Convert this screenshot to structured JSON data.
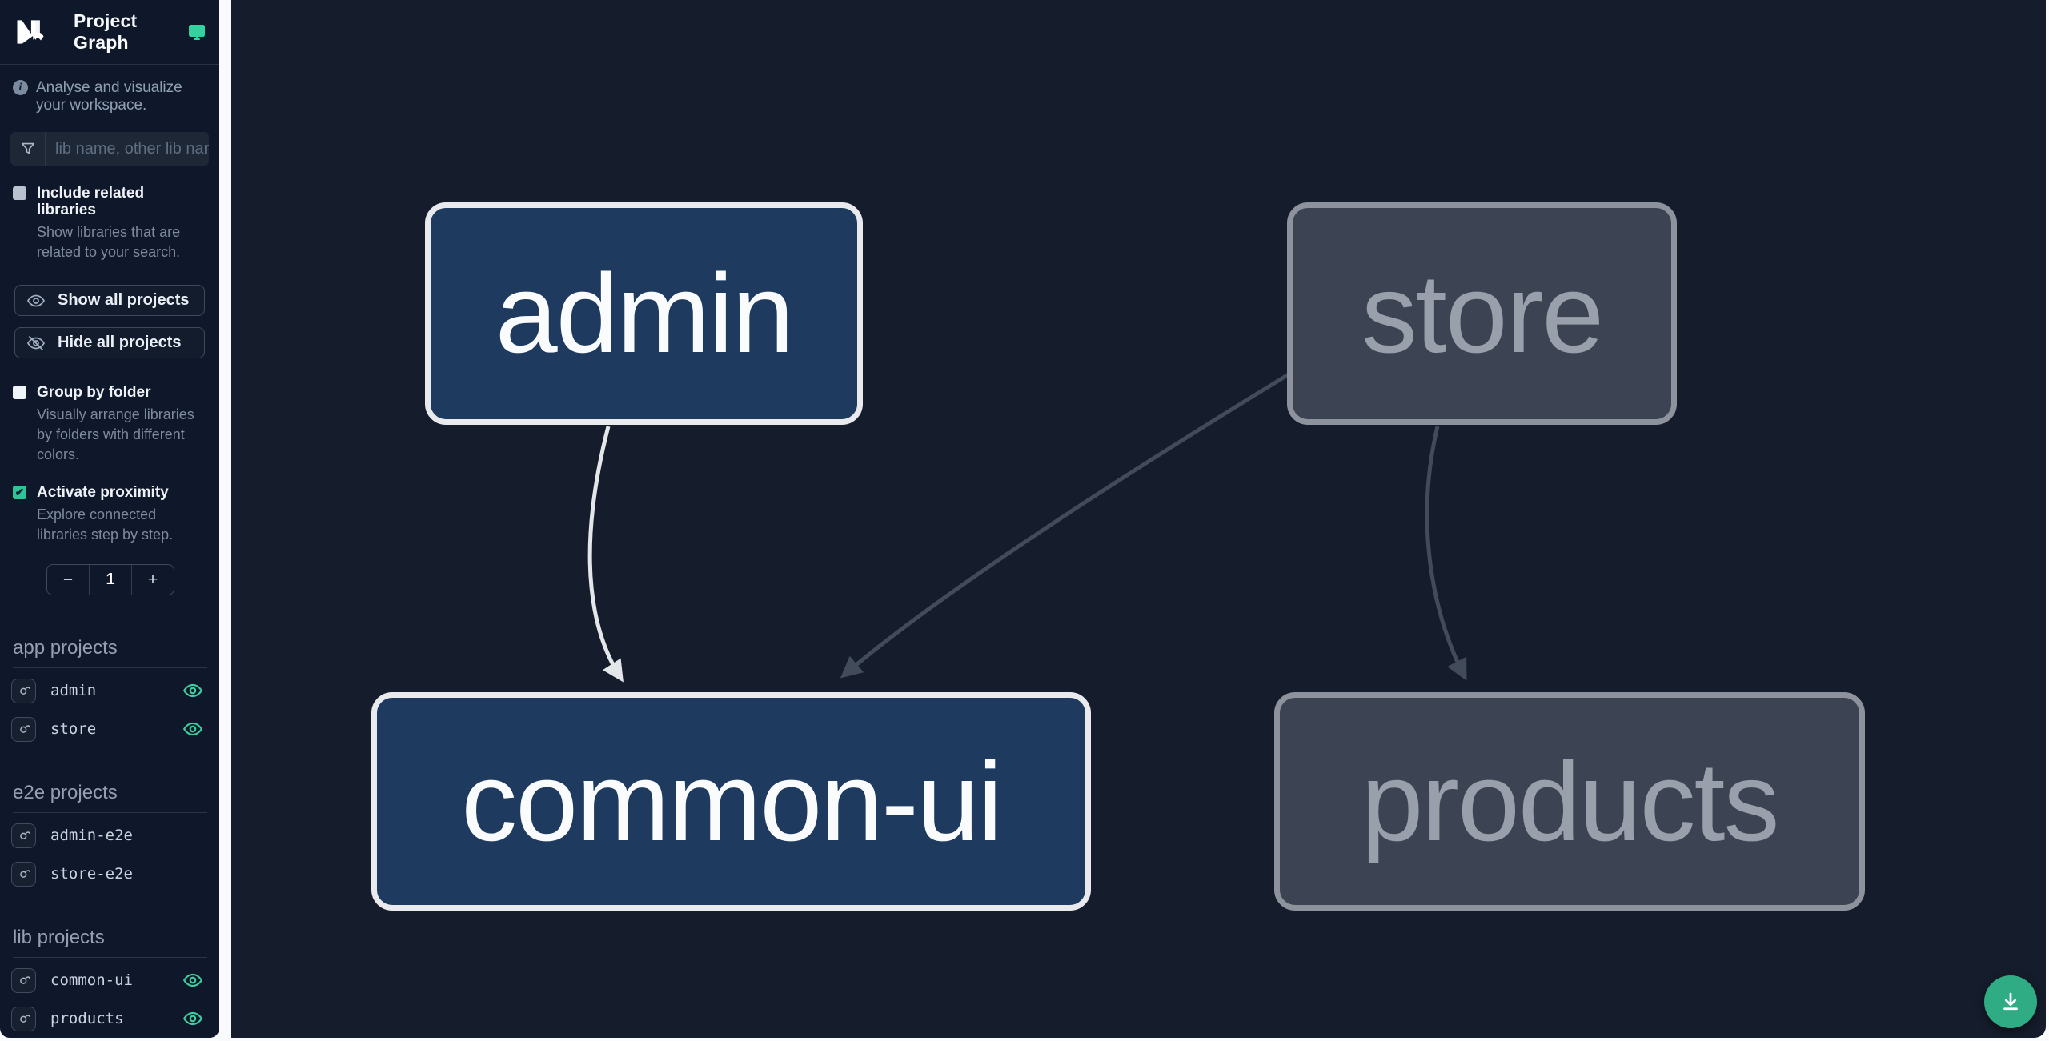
{
  "app": {
    "title": "Project Graph"
  },
  "sidebar": {
    "tagline": "Analyse and visualize your workspace.",
    "filter": {
      "value": "",
      "placeholder": "lib name, other lib name"
    },
    "checkboxes": {
      "include_related": {
        "label": "Include related libraries",
        "description": "Show libraries that are related to your search.",
        "checked": false
      },
      "group_by_folder": {
        "label": "Group by folder",
        "description": "Visually arrange libraries by folders with different colors.",
        "checked": false
      },
      "activate_proximity": {
        "label": "Activate proximity",
        "description": "Explore connected libraries step by step.",
        "checked": true
      }
    },
    "buttons": {
      "show_all": "Show all projects",
      "hide_all": "Hide all projects"
    },
    "proximity_stepper": {
      "decrement": "−",
      "value": "1",
      "increment": "+"
    },
    "sections": [
      {
        "title": "app projects",
        "projects": [
          {
            "name": "admin",
            "visible": true
          },
          {
            "name": "store",
            "visible": true
          }
        ]
      },
      {
        "title": "e2e projects",
        "projects": [
          {
            "name": "admin-e2e",
            "visible": false
          },
          {
            "name": "store-e2e",
            "visible": false
          }
        ]
      },
      {
        "title": "lib projects",
        "projects": [
          {
            "name": "common-ui",
            "visible": true
          },
          {
            "name": "products",
            "visible": true
          }
        ]
      }
    ]
  },
  "graph": {
    "nodes": [
      {
        "id": "admin",
        "label": "admin",
        "state": "active"
      },
      {
        "id": "store",
        "label": "store",
        "state": "dimmed"
      },
      {
        "id": "common-ui",
        "label": "common-ui",
        "state": "active"
      },
      {
        "id": "products",
        "label": "products",
        "state": "dimmed"
      }
    ],
    "edges": [
      {
        "source": "admin",
        "target": "common-ui",
        "style": "active"
      },
      {
        "source": "store",
        "target": "common-ui",
        "style": "dimmed"
      },
      {
        "source": "store",
        "target": "products",
        "style": "dimmed"
      }
    ]
  },
  "colors": {
    "accent_teal": "#34d29e",
    "download_button": "#2fac84",
    "sidebar_bg": "#0f172a",
    "canvas_bg": "#151c2b",
    "node_active_fill": "#1e3a5e",
    "node_active_border": "#e8eaee",
    "node_dimmed_fill": "#3c4453",
    "node_dimmed_border": "#8d929d",
    "edge_active": "#e4e7ea",
    "edge_dimmed": "#424b5a"
  },
  "icons": {
    "logo": "nx-logo",
    "header_action": "monitor-icon",
    "tagline": "info-icon",
    "filter": "funnel-icon",
    "show_all": "eye-icon",
    "hide_all": "eye-off-icon",
    "project_row_action": "focus-icon",
    "project_visibility": "eye-icon",
    "fab": "download-icon"
  }
}
